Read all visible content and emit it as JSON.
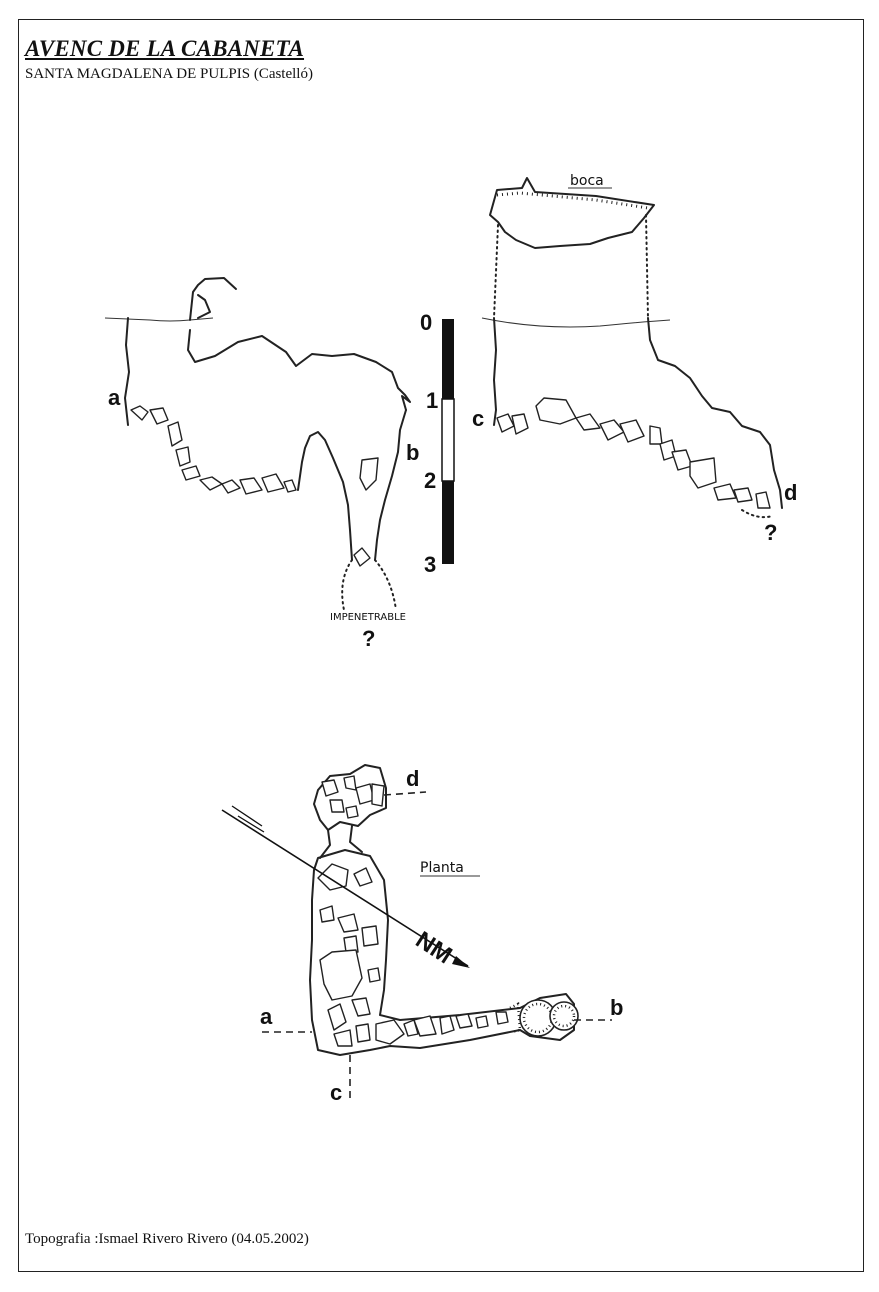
{
  "header": {
    "title": "AVENC DE LA CABANETA",
    "subtitle": "SANTA MAGDALENA DE PULPIS  (Castelló)"
  },
  "footer": {
    "credit": "Topografia :Ismael Rivero Rivero (04.05.2002)"
  },
  "scale_bar": {
    "ticks": [
      "0",
      "1",
      "2",
      "3"
    ]
  },
  "section_ab": {
    "label_a": "a",
    "label_b": "b",
    "bottom_note": "IMPENETRABLE",
    "question": "?"
  },
  "section_cd": {
    "label_c": "c",
    "label_d": "d",
    "mouth_label": "boca",
    "question": "?"
  },
  "plan": {
    "title": "Planta",
    "north_label": "NM",
    "label_a": "a",
    "label_b": "b",
    "label_c": "c",
    "label_d": "d"
  }
}
